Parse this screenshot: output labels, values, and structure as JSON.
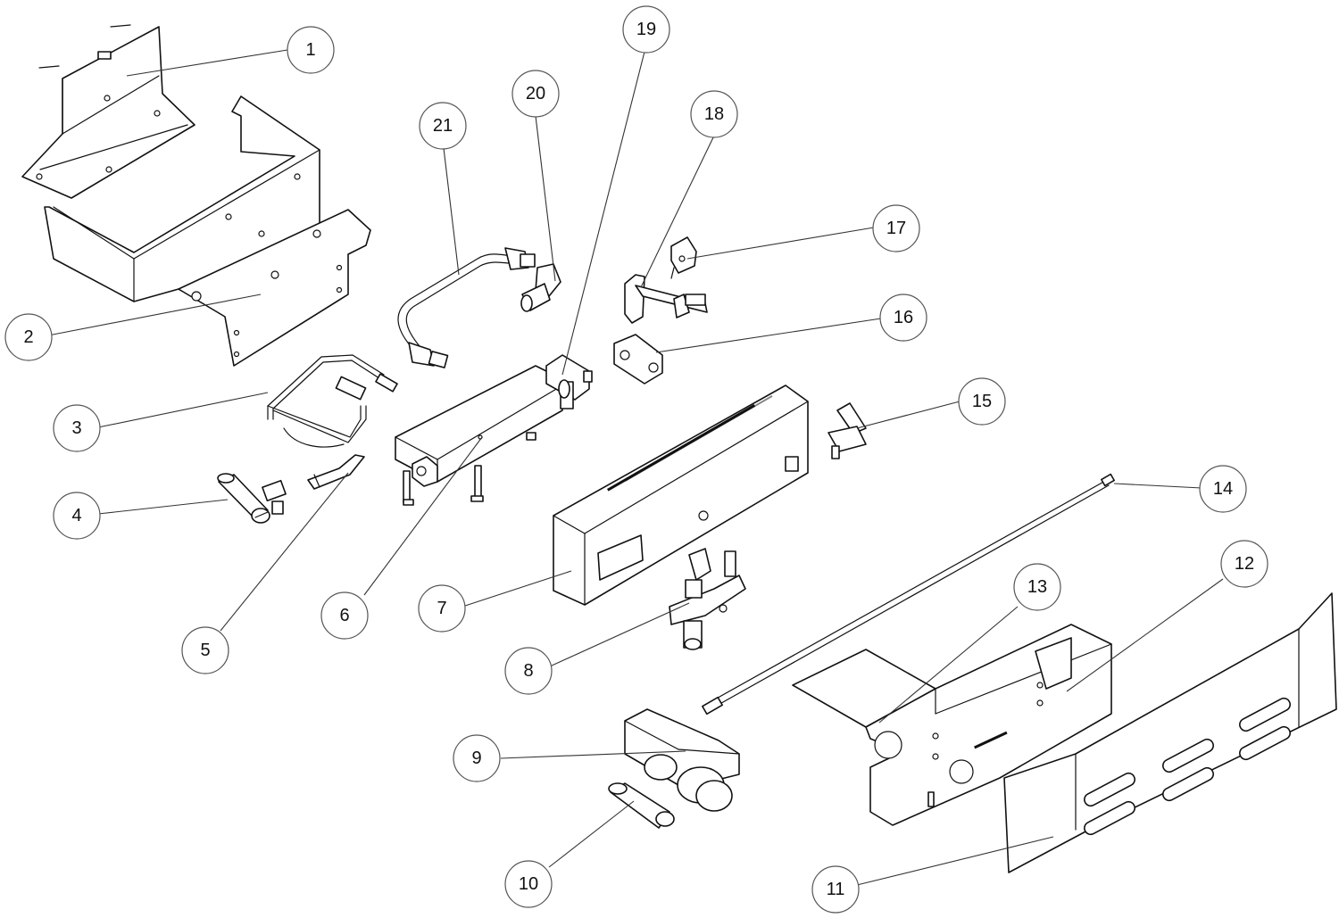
{
  "callouts": [
    {
      "n": "1"
    },
    {
      "n": "2"
    },
    {
      "n": "3"
    },
    {
      "n": "4"
    },
    {
      "n": "5"
    },
    {
      "n": "6"
    },
    {
      "n": "7"
    },
    {
      "n": "8"
    },
    {
      "n": "9"
    },
    {
      "n": "10"
    },
    {
      "n": "11"
    },
    {
      "n": "12"
    },
    {
      "n": "13"
    },
    {
      "n": "14"
    },
    {
      "n": "15"
    },
    {
      "n": "16"
    },
    {
      "n": "17"
    },
    {
      "n": "18"
    },
    {
      "n": "19"
    },
    {
      "n": "20"
    },
    {
      "n": "21"
    }
  ]
}
